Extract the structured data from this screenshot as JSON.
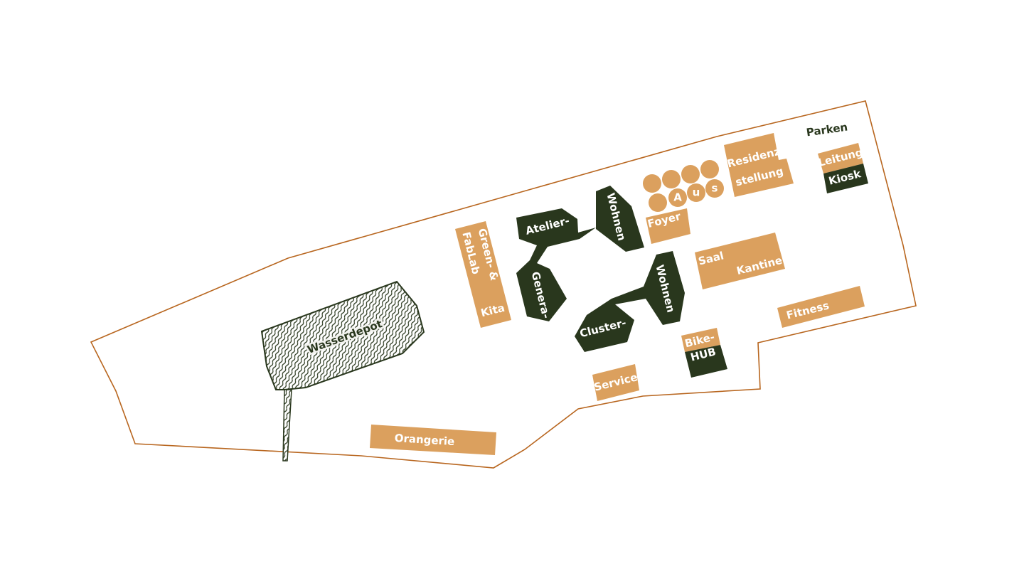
{
  "colors": {
    "building": "#dba05e",
    "housing": "#29371d",
    "boundary": "#b8661f"
  },
  "labels": {
    "parken": "Parken",
    "residenz": "Residenz",
    "stellung": "stellung",
    "aus_a": "A",
    "aus_u": "u",
    "aus_s": "s",
    "leitung": "Leitung",
    "kiosk": "Kiosk",
    "foyer": "Foyer",
    "atelier": "Atelier-",
    "wohnen_1": "Wohnen",
    "genera": "Genera-",
    "wohnen_2": "Wohnen",
    "cluster": "Cluster-",
    "green": "Green- &",
    "fablab": "FabLab",
    "kita": "Kita",
    "saal": "Saal",
    "kantine": "Kantine",
    "fitness": "Fitness",
    "bike": "Bike-",
    "hub": "HUB",
    "service": "Service",
    "orangerie": "Orangerie",
    "wasserdepot": "Wasserdepot"
  }
}
